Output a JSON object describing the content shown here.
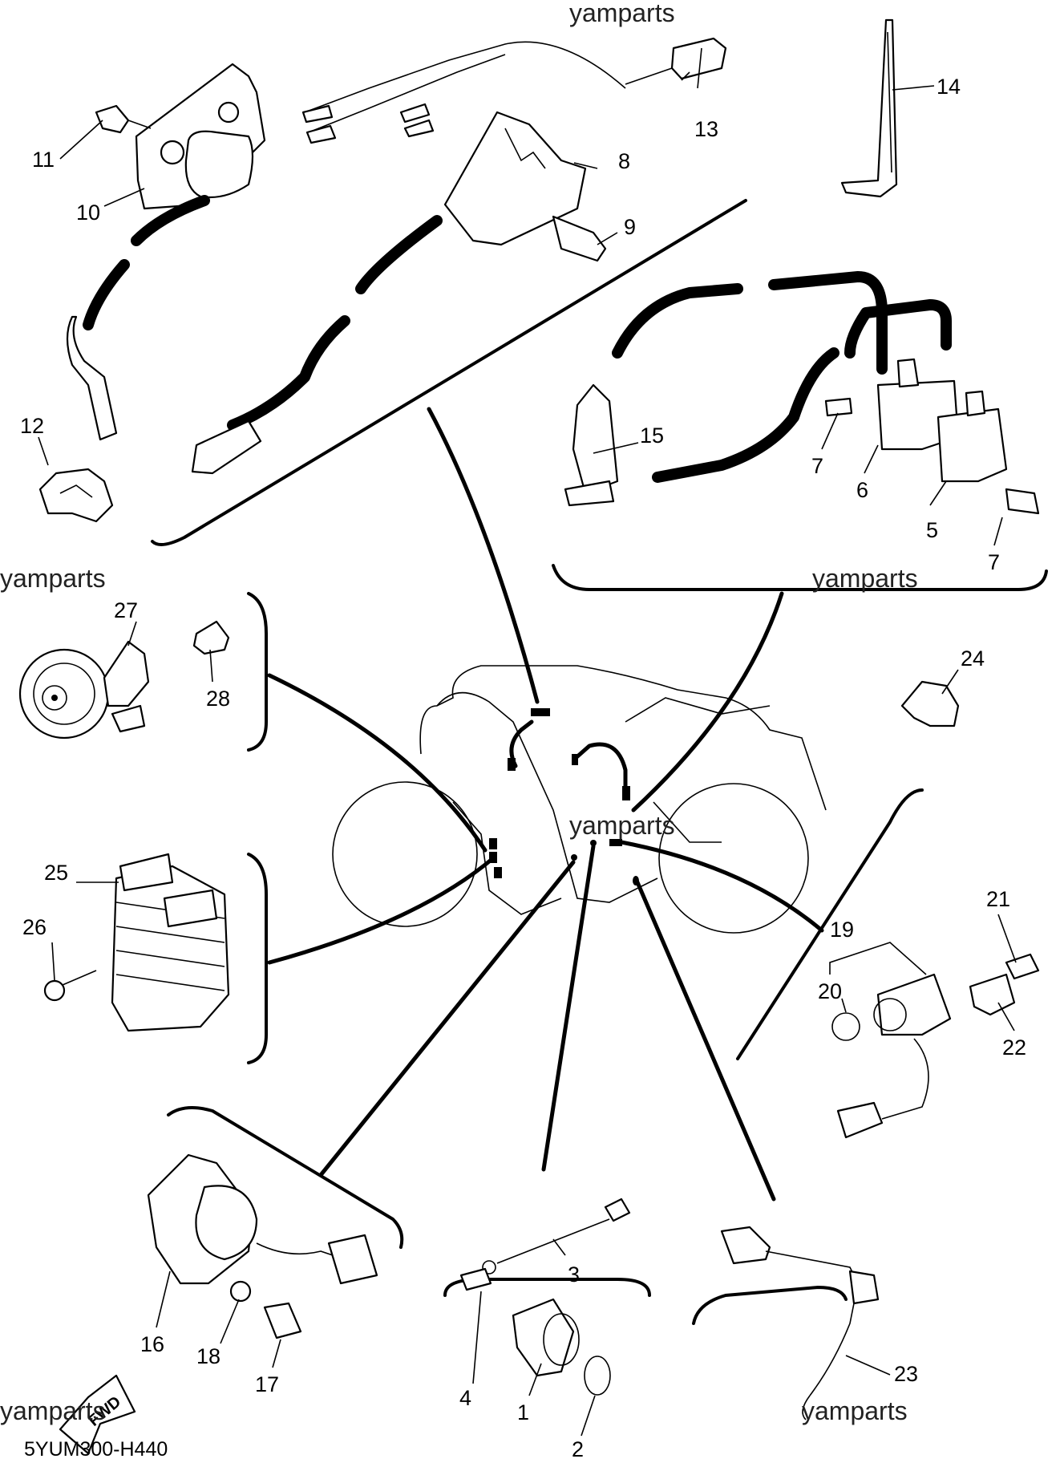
{
  "watermark": "yamparts",
  "diagram_code": "5YUM300-H440",
  "fwd_label": "FWD",
  "callouts": {
    "c1": "1",
    "c2": "2",
    "c3": "3",
    "c4": "4",
    "c5": "5",
    "c6": "6",
    "c7a": "7",
    "c7b": "7",
    "c8": "8",
    "c9": "9",
    "c10": "10",
    "c11": "11",
    "c12": "12",
    "c13": "13",
    "c14": "14",
    "c15": "15",
    "c16": "16",
    "c17": "17",
    "c18": "18",
    "c19": "19",
    "c20": "20",
    "c21": "21",
    "c22": "22",
    "c23": "23",
    "c24": "24",
    "c25": "25",
    "c26": "26",
    "c27": "27",
    "c28": "28"
  }
}
